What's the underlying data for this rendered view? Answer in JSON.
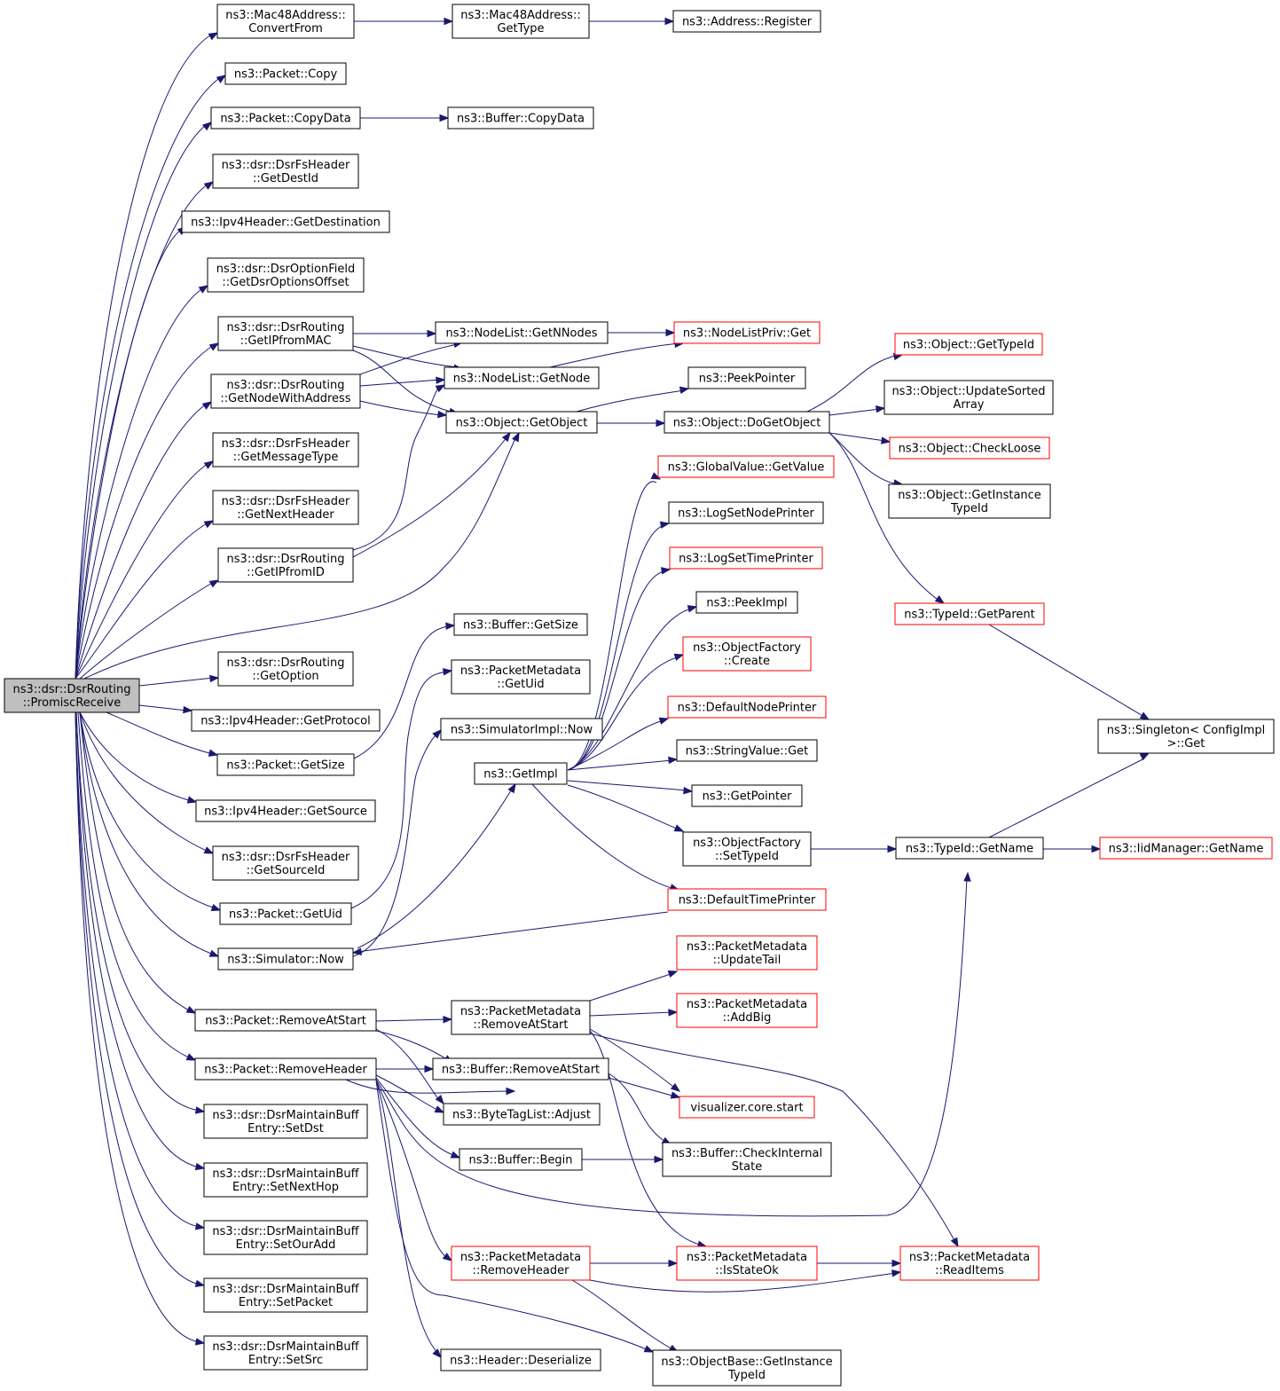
{
  "nodes": {
    "root": [
      "ns3::dsr::DsrRouting",
      "::PromiscReceive"
    ],
    "mac_convert": [
      "ns3::Mac48Address::",
      "ConvertFrom"
    ],
    "mac_gettype": [
      "ns3::Mac48Address::",
      "GetType"
    ],
    "addr_register": [
      "ns3::Address::Register"
    ],
    "pkt_copy": [
      "ns3::Packet::Copy"
    ],
    "pkt_copydata": [
      "ns3::Packet::CopyData"
    ],
    "buf_copydata": [
      "ns3::Buffer::CopyData"
    ],
    "fs_destid": [
      "ns3::dsr::DsrFsHeader",
      "::GetDestId"
    ],
    "ipv4_dest": [
      "ns3::Ipv4Header::GetDestination"
    ],
    "opt_offset": [
      "ns3::dsr::DsrOptionField",
      "::GetDsrOptionsOffset"
    ],
    "ipfrommac": [
      "ns3::dsr::DsrRouting",
      "::GetIPfromMAC"
    ],
    "nl_getnnodes": [
      "ns3::NodeList::GetNNodes"
    ],
    "nlp_get": [
      "ns3::NodeListPriv::Get"
    ],
    "nodewithaddr": [
      "ns3::dsr::DsrRouting",
      "::GetNodeWithAddress"
    ],
    "nl_getnode": [
      "ns3::NodeList::GetNode"
    ],
    "obj_getobject": [
      "ns3::Object::GetObject"
    ],
    "peekpointer": [
      "ns3::PeekPointer"
    ],
    "obj_dogetobject": [
      "ns3::Object::DoGetObject"
    ],
    "obj_gettypeid": [
      "ns3::Object::GetTypeId"
    ],
    "obj_updatesorted": [
      "ns3::Object::UpdateSorted",
      "Array"
    ],
    "obj_checkloose": [
      "ns3::Object::CheckLoose"
    ],
    "obj_getinstancetypeid": [
      "ns3::Object::GetInstance",
      "TypeId"
    ],
    "fs_msgtype": [
      "ns3::dsr::DsrFsHeader",
      "::GetMessageType"
    ],
    "fs_nexthdr": [
      "ns3::dsr::DsrFsHeader",
      "::GetNextHeader"
    ],
    "ipfromid": [
      "ns3::dsr::DsrRouting",
      "::GetIPfromID"
    ],
    "gv_getvalue": [
      "ns3::GlobalValue::GetValue"
    ],
    "logsetnode": [
      "ns3::LogSetNodePrinter"
    ],
    "logsettime": [
      "ns3::LogSetTimePrinter"
    ],
    "peekimpl": [
      "ns3::PeekImpl"
    ],
    "of_create": [
      "ns3::ObjectFactory",
      "::Create"
    ],
    "defnodeprinter": [
      "ns3::DefaultNodePrinter"
    ],
    "tid_getparent": [
      "ns3::TypeId::GetParent"
    ],
    "buf_getsize": [
      "ns3::Buffer::GetSize"
    ],
    "getoption": [
      "ns3::dsr::DsrRouting",
      "::GetOption"
    ],
    "pm_getuid": [
      "ns3::PacketMetadata",
      "::GetUid"
    ],
    "ipv4_proto": [
      "ns3::Ipv4Header::GetProtocol"
    ],
    "simimpl_now": [
      "ns3::SimulatorImpl::Now"
    ],
    "singleton": [
      "ns3::Singleton< ConfigImpl",
      " >::Get"
    ],
    "pkt_getsize": [
      "ns3::Packet::GetSize"
    ],
    "strval_get": [
      "ns3::StringValue::Get"
    ],
    "getimpl": [
      "ns3::GetImpl"
    ],
    "getpointer": [
      "ns3::GetPointer"
    ],
    "ipv4_src": [
      "ns3::Ipv4Header::GetSource"
    ],
    "of_settypeid": [
      "ns3::ObjectFactory",
      "::SetTypeId"
    ],
    "tid_getname": [
      "ns3::TypeId::GetName"
    ],
    "iid_getname": [
      "ns3::IidManager::GetName"
    ],
    "fs_srcid": [
      "ns3::dsr::DsrFsHeader",
      "::GetSourceId"
    ],
    "deftimeprinter": [
      "ns3::DefaultTimePrinter"
    ],
    "pkt_getuid": [
      "ns3::Packet::GetUid"
    ],
    "sim_now": [
      "ns3::Simulator::Now"
    ],
    "pm_updatetail": [
      "ns3::PacketMetadata",
      "::UpdateTail"
    ],
    "pm_addbig": [
      "ns3::PacketMetadata",
      "::AddBig"
    ],
    "pkt_removeatstart": [
      "ns3::Packet::RemoveAtStart"
    ],
    "pm_removeatstart": [
      "ns3::PacketMetadata",
      "::RemoveAtStart"
    ],
    "pkt_removeheader": [
      "ns3::Packet::RemoveHeader"
    ],
    "buf_removeatstart": [
      "ns3::Buffer::RemoveAtStart"
    ],
    "vis_start": [
      "visualizer.core.start"
    ],
    "btl_adjust": [
      "ns3::ByteTagList::Adjust"
    ],
    "mbe_setdst": [
      "ns3::dsr::DsrMaintainBuff",
      "Entry::SetDst"
    ],
    "buf_begin": [
      "ns3::Buffer::Begin"
    ],
    "buf_checkinternal": [
      "ns3::Buffer::CheckInternal",
      "State"
    ],
    "mbe_setnexthop": [
      "ns3::dsr::DsrMaintainBuff",
      "Entry::SetNextHop"
    ],
    "mbe_setouradd": [
      "ns3::dsr::DsrMaintainBuff",
      "Entry::SetOurAdd"
    ],
    "pm_removeheader": [
      "ns3::PacketMetadata",
      "::RemoveHeader"
    ],
    "pm_isstateok": [
      "ns3::PacketMetadata",
      "::IsStateOk"
    ],
    "pm_readitems": [
      "ns3::PacketMetadata",
      "::ReadItems"
    ],
    "mbe_setpacket": [
      "ns3::dsr::DsrMaintainBuff",
      "Entry::SetPacket"
    ],
    "mbe_setsrc": [
      "ns3::dsr::DsrMaintainBuff",
      "Entry::SetSrc"
    ],
    "hdr_deserialize": [
      "ns3::Header::Deserialize"
    ],
    "ob_getinstancetypeid": [
      "ns3::ObjectBase::GetInstance",
      "TypeId"
    ]
  },
  "colors": {
    "edge": "#191970",
    "node_border": "#000000",
    "node_border_incomplete": "#ff0000",
    "root_fill": "#bfbfbf"
  }
}
